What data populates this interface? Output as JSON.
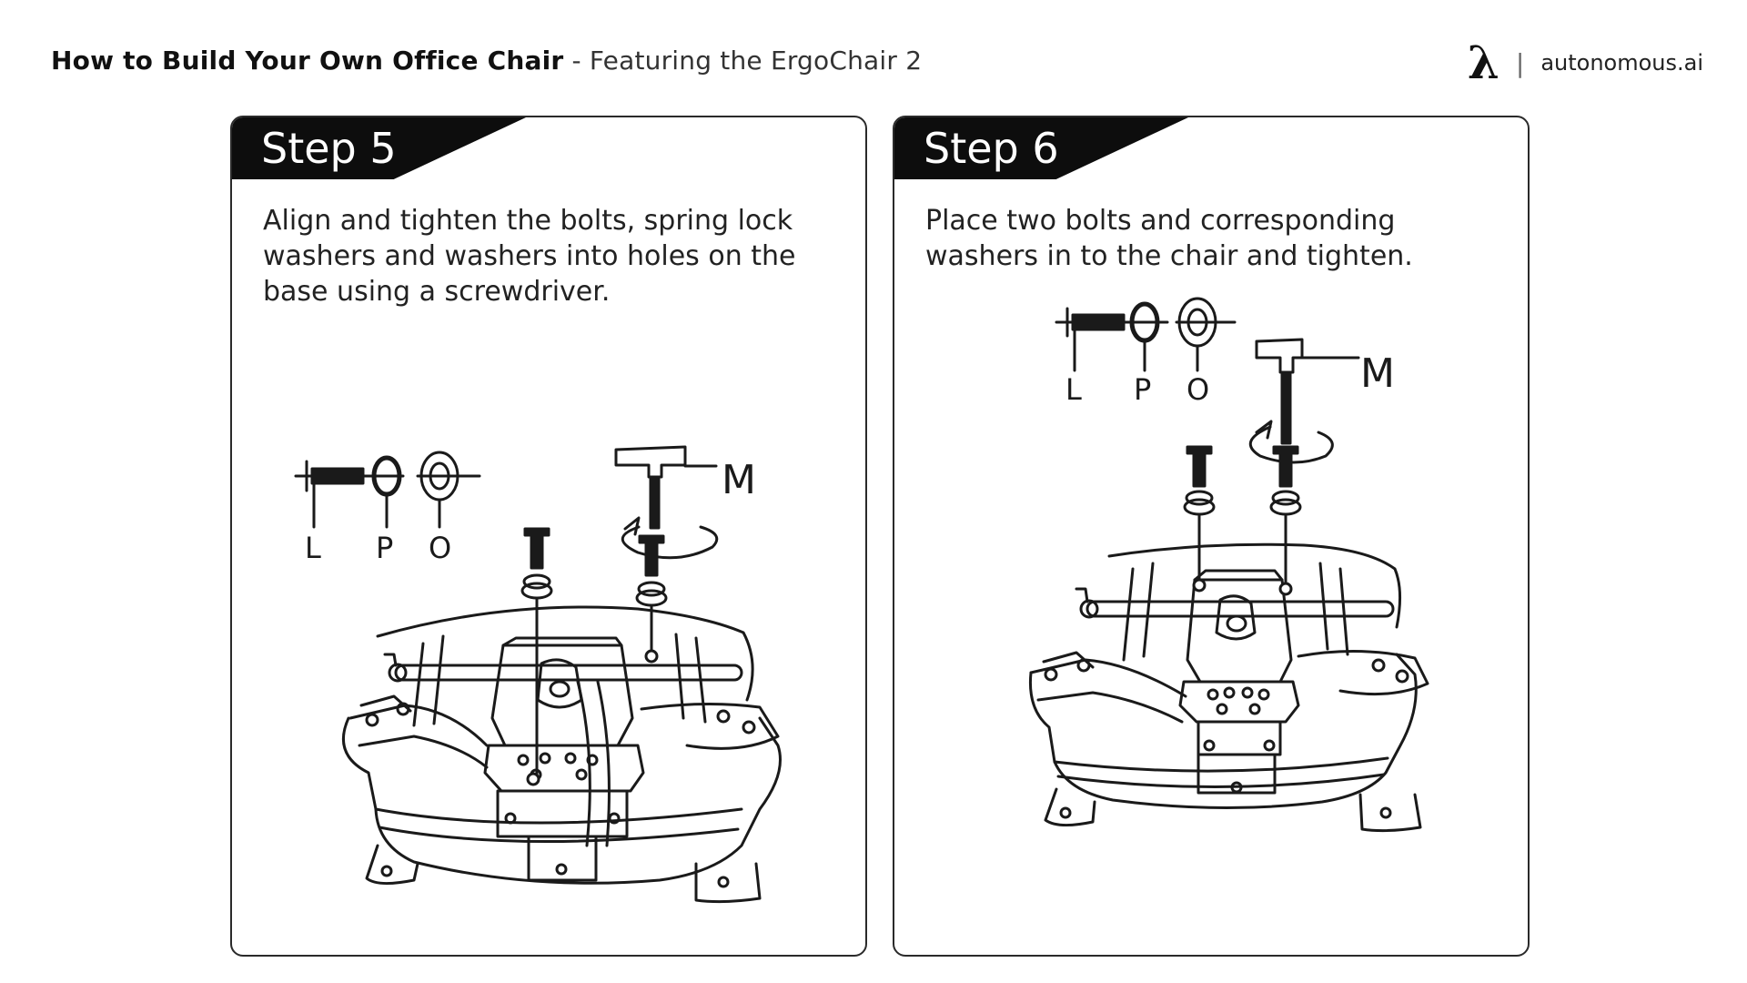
{
  "header": {
    "title_bold": "How to Build Your Own Office Chair",
    "title_rest": " - Featuring the ErgoChair 2"
  },
  "brand": {
    "logo_glyph": "λ",
    "divider": "|",
    "name": "autonomous.ai"
  },
  "steps": [
    {
      "title": "Step 5",
      "text": "Align and tighten the bolts, spring lock washers and washers into holes on the base using a screwdriver.",
      "parts": {
        "bolt": "L",
        "spring_washer": "P",
        "washer": "O",
        "tool": "M"
      }
    },
    {
      "title": "Step 6",
      "text": "Place two bolts and corresponding washers in to the chair and tighten.",
      "parts": {
        "bolt": "L",
        "spring_washer": "P",
        "washer": "O",
        "tool": "M"
      }
    }
  ],
  "colors": {
    "ink": "#1a1a1a",
    "banner": "#0d0d0d",
    "border": "#2a2a2a"
  },
  "icons": [
    "lambda-logo-icon",
    "bolt-icon",
    "spring-washer-icon",
    "washer-icon",
    "screwdriver-icon",
    "rotation-arrow-icon"
  ]
}
